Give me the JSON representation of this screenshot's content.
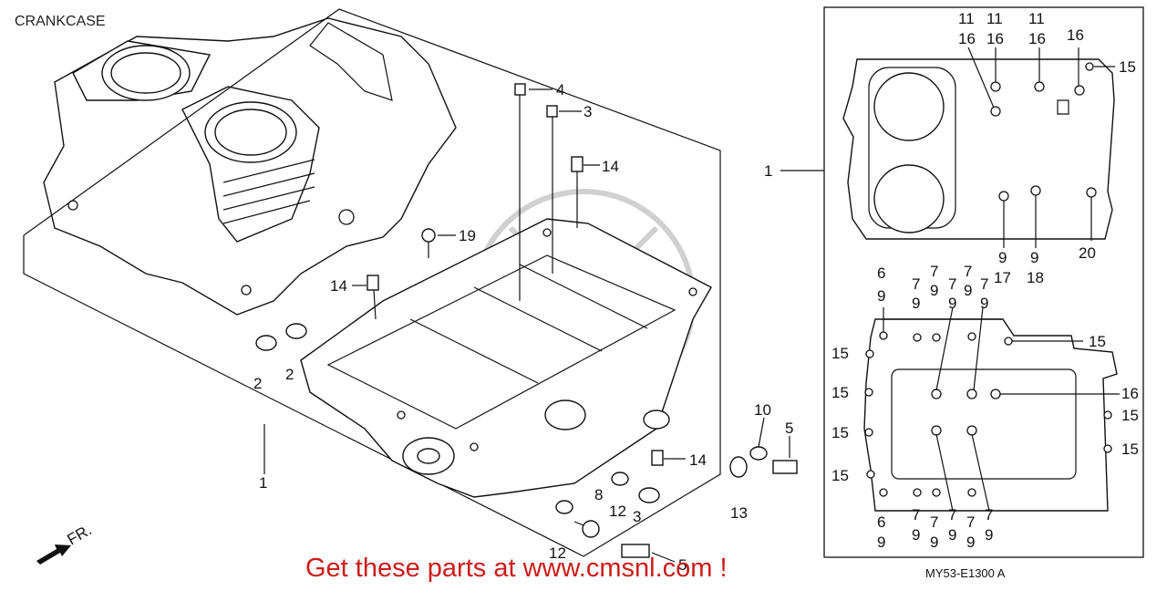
{
  "diagram": {
    "title": "CRANKCASE",
    "reference_code": "MY53-E1300 A",
    "advert": "Get these parts at www.cmsnl.com !",
    "front_marker": "FR.",
    "callouts_main": [
      "1",
      "2",
      "2",
      "3",
      "3",
      "4",
      "5",
      "8",
      "10",
      "12",
      "12",
      "13",
      "14",
      "14",
      "14",
      "19"
    ],
    "upper_view_callouts": [
      "1",
      "11",
      "16",
      "11",
      "16",
      "11",
      "16",
      "16",
      "15",
      "9",
      "17",
      "9",
      "18",
      "20"
    ],
    "lower_view_callouts": [
      "6",
      "9",
      "7",
      "9",
      "7",
      "9",
      "7",
      "9",
      "7",
      "9",
      "15",
      "15",
      "15",
      "15",
      "15",
      "16",
      "15",
      "15",
      "6",
      "9",
      "7",
      "9",
      "7",
      "9",
      "7",
      "9",
      "7",
      "9"
    ]
  },
  "colors": {
    "advert": "#cc1b1b",
    "lines": "#111111",
    "watermark": "#d0d0d0"
  }
}
